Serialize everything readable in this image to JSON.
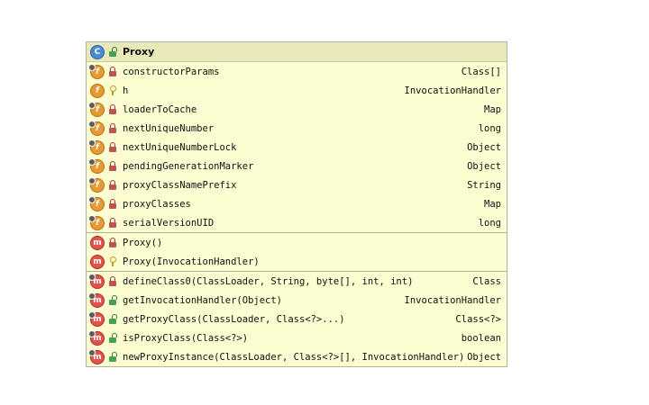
{
  "class_name": "Proxy",
  "class_icon": "class-icon",
  "fields": [
    {
      "name": "constructorParams",
      "type": "Class[]",
      "static": true,
      "visibility": "private"
    },
    {
      "name": "h",
      "type": "InvocationHandler",
      "static": false,
      "visibility": "protected"
    },
    {
      "name": "loaderToCache",
      "type": "Map",
      "static": true,
      "visibility": "private"
    },
    {
      "name": "nextUniqueNumber",
      "type": "long",
      "static": true,
      "visibility": "private"
    },
    {
      "name": "nextUniqueNumberLock",
      "type": "Object",
      "static": true,
      "visibility": "private"
    },
    {
      "name": "pendingGenerationMarker",
      "type": "Object",
      "static": true,
      "visibility": "private"
    },
    {
      "name": "proxyClassNamePrefix",
      "type": "String",
      "static": true,
      "visibility": "private"
    },
    {
      "name": "proxyClasses",
      "type": "Map",
      "static": true,
      "visibility": "private"
    },
    {
      "name": "serialVersionUID",
      "type": "long",
      "static": true,
      "visibility": "private"
    }
  ],
  "constructors": [
    {
      "name": "Proxy()",
      "type": "",
      "static": false,
      "visibility": "private"
    },
    {
      "name": "Proxy(InvocationHandler)",
      "type": "",
      "static": false,
      "visibility": "protected"
    }
  ],
  "methods": [
    {
      "name": "defineClass0(ClassLoader, String, byte[], int, int)",
      "type": "Class",
      "static": true,
      "visibility": "private"
    },
    {
      "name": "getInvocationHandler(Object)",
      "type": "InvocationHandler",
      "static": true,
      "visibility": "public"
    },
    {
      "name": "getProxyClass(ClassLoader, Class<?>...)",
      "type": "Class<?>",
      "static": true,
      "visibility": "public"
    },
    {
      "name": "isProxyClass(Class<?>)",
      "type": "boolean",
      "static": true,
      "visibility": "public"
    },
    {
      "name": "newProxyInstance(ClassLoader, Class<?>[], InvocationHandler)",
      "type": "Object",
      "static": true,
      "visibility": "public"
    }
  ],
  "colors": {
    "panel_bg": "#fdfdd2",
    "header_bg": "#e8e8b8",
    "border": "#b4b49a",
    "field_icon": "#e79a34",
    "method_icon": "#e0564c",
    "class_icon": "#4c8ad6"
  }
}
